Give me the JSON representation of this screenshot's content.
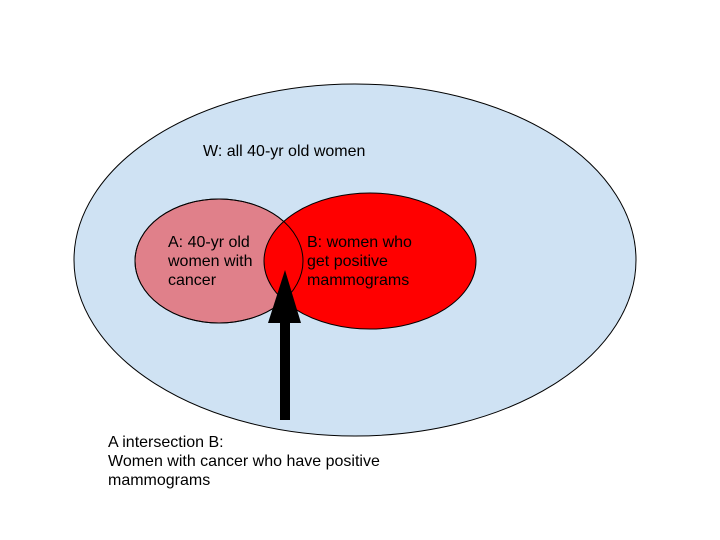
{
  "labels": {
    "w": "W: all 40-yr old women",
    "a": [
      "A: 40-yr old",
      "women with",
      "cancer"
    ],
    "b": [
      "B: women who",
      "get positive",
      "mammograms"
    ]
  },
  "caption": [
    "A intersection B:",
    "Women with cancer who have positive",
    "mammograms"
  ],
  "colors": {
    "universe_fill": "#cfe2f3",
    "set_a_fill": "#e0808a",
    "set_b_fill": "#ff0000",
    "outline": "#000000",
    "arrow": "#000000"
  }
}
